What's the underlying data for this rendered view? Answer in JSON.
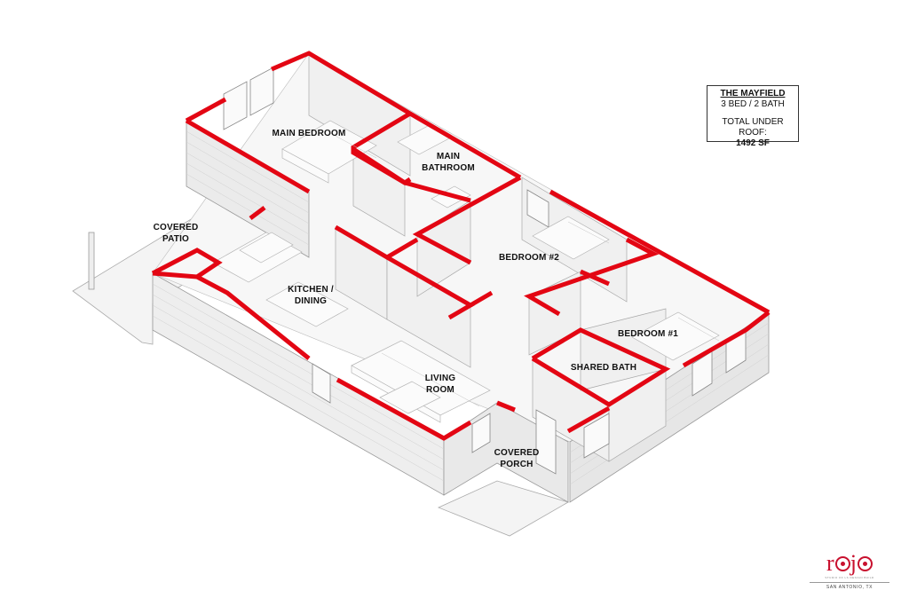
{
  "title_block": {
    "name": "THE MAYFIELD",
    "beds_baths": "3 BED / 2 BATH",
    "roof_label": "TOTAL UNDER ROOF:",
    "roof_area": "1492 SF"
  },
  "rooms": {
    "main_bedroom": "MAIN BEDROOM",
    "main_bathroom_1": "MAIN",
    "main_bathroom_2": "BATHROOM",
    "covered_patio_1": "COVERED",
    "covered_patio_2": "PATIO",
    "kitchen_1": "KITCHEN /",
    "kitchen_2": "DINING",
    "bedroom_2": "BEDROOM #2",
    "bedroom_1": "BEDROOM #1",
    "living_1": "LIVING",
    "living_2": "ROOM",
    "shared_bath": "SHARED BATH",
    "covered_porch_1": "COVERED",
    "covered_porch_2": "PORCH"
  },
  "logo": {
    "word_start": "r",
    "word_mid": "j",
    "word_end": "",
    "tagline": "STUDIO OF LS DESIGN BUILD",
    "city": "SAN ANTONIO, TX"
  },
  "colors": {
    "wall_cut": "#e30613",
    "wall_face": "#f2f2f2",
    "wall_side": "#e2e2e2",
    "floor": "#f7f7f7",
    "line": "#9a9a9a"
  }
}
